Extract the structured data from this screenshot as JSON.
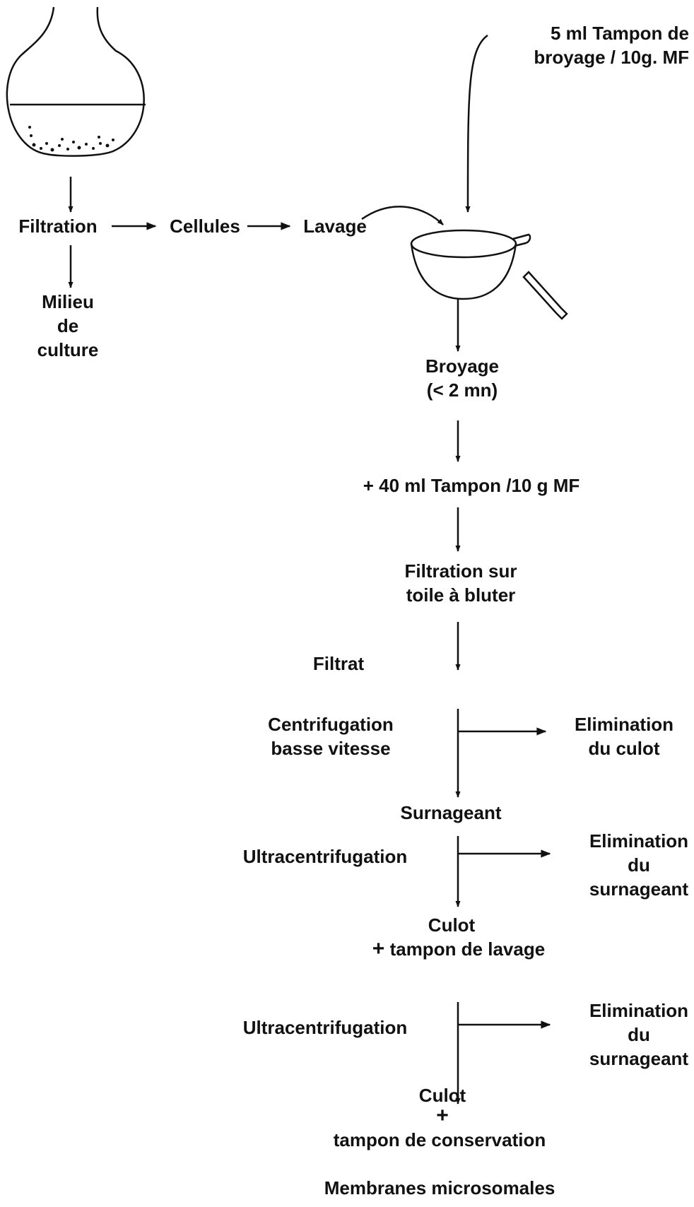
{
  "input": {
    "line1": "5 ml Tampon de",
    "line2": "broyage / 10g. MF"
  },
  "filtration": "Filtration",
  "cellules": "Cellules",
  "lavage": "Lavage",
  "milieu": {
    "line1": "Milieu",
    "line2": "de",
    "line3": "culture"
  },
  "broyage": {
    "line1": "Broyage",
    "line2": "(< 2 mn)"
  },
  "tampon40": "+ 40 ml Tampon /10 g MF",
  "filtration_sur": {
    "line1": "Filtration sur",
    "line2": "toile à bluter"
  },
  "filtrat": "Filtrat",
  "centrifugation": {
    "line1": "Centrifugation",
    "line2": "basse vitesse"
  },
  "elimination_culot": {
    "line1": "Elimination",
    "line2": "du culot"
  },
  "surnageant": "Surnageant",
  "ultra1": "Ultracentrifugation",
  "elimination_surnageant1": {
    "line1": "Elimination",
    "line2": "du",
    "line3": "surnageant"
  },
  "culot1": {
    "line1": "Culot",
    "plus": "+",
    "line2": "tampon de lavage"
  },
  "ultra2": "Ultracentrifugation",
  "elimination_surnageant2": {
    "line1": "Elimination",
    "line2": "du",
    "line3": "surnageant"
  },
  "culot2": {
    "line1": "Culot",
    "plus": "+",
    "line2": "tampon de conservation"
  },
  "result": "Membranes microsomales",
  "colors": {
    "ink": "#111111",
    "background": "#ffffff"
  }
}
